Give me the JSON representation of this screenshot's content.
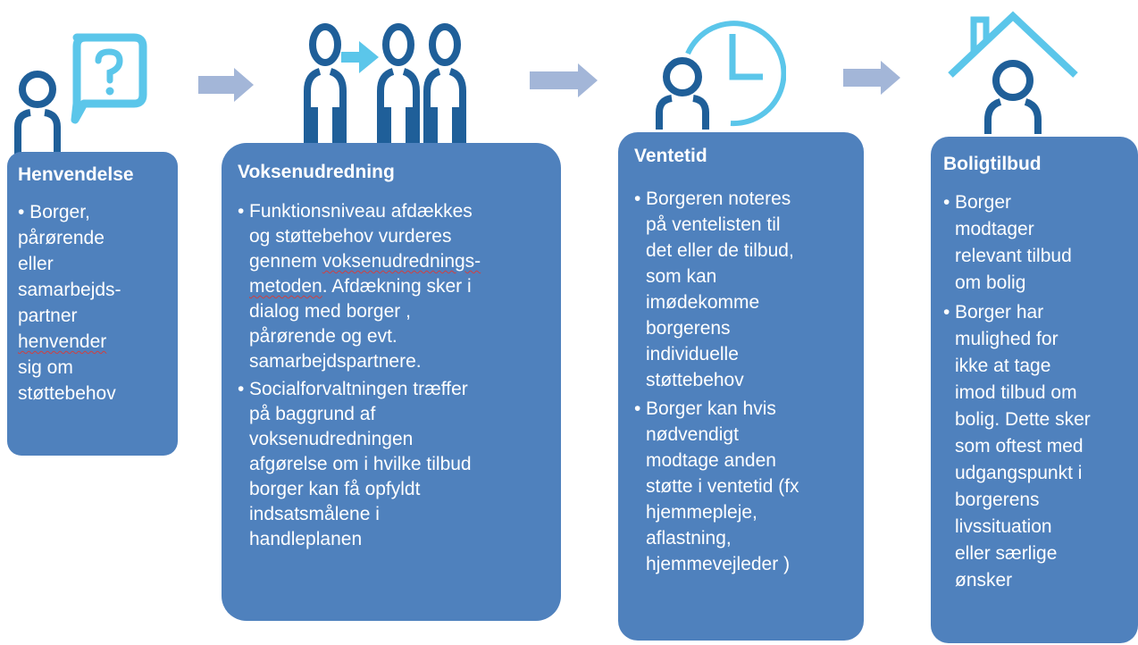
{
  "colors": {
    "box": "#4f81bd",
    "dark_icon": "#1f5f99",
    "light_icon": "#5bc6ea",
    "arrow": "#a3b6d8"
  },
  "steps": [
    {
      "title": "Henvendelse",
      "icon": "person-question-icon",
      "bullets": [
        " Borger,\npårørende\neller\nsamarbejds-\npartner\nhenvender\nsig om\nstøttebehov"
      ]
    },
    {
      "title": "Voksenudredning",
      "icon": "person-transfer-icon",
      "bullets": [
        "Funktionsniveau afdækkes\nog støttebehov vurderes\ngennem voksenudrednings-\nmetoden. Afdækning sker i\ndialog med borger ,\npårørende og evt.\nsamarbejdspartnere.",
        "Socialforvaltningen træffer\npå baggrund af\nvoksenudredningen\nafgørelse om i hvilke tilbud\nborger kan få opfyldt\nindsatsmålene i\nhandleplanen"
      ]
    },
    {
      "title": "Ventetid",
      "icon": "person-clock-icon",
      "bullets": [
        "Borgeren noteres\npå ventelisten til\ndet eller de tilbud,\nsom kan\nimødekomme\nborgerens\nindividuelle\nstøttebehov",
        "Borger  kan hvis\nnødvendigt\nmodtage anden\nstøtte i ventetid (fx\nhjemmepleje,\naflastning,\nhjemmevejleder )"
      ]
    },
    {
      "title": "Boligtilbud",
      "icon": "person-house-icon",
      "bullets": [
        "Borger\nmodtager\nrelevant tilbud\nom bolig",
        "Borger har\nmulighed for\nikke at tage\nimod tilbud om\nbolig. Dette sker\nsom oftest med\nudgangspunkt i\nborgerens\nlivssituation\neller særlige\nønsker"
      ]
    }
  ]
}
